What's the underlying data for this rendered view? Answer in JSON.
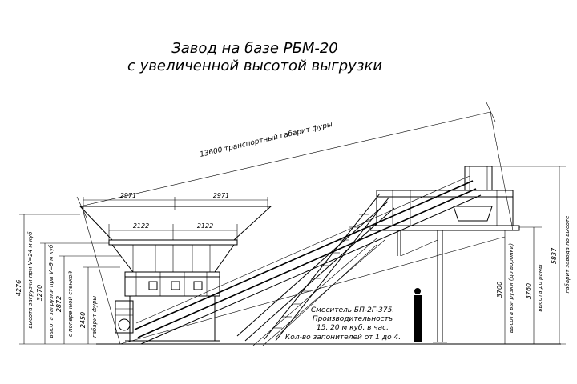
{
  "title": {
    "line1": "Завод на базе РБМ-20",
    "line2": "с увеличенной высотой выгрузки"
  },
  "dimensions": {
    "transport_length": "13600 транспортный габарит фуры",
    "top_left_width": "2971",
    "top_right_width": "2971",
    "mid_left_width": "2122",
    "mid_right_width": "2122",
    "h4276": "4276",
    "h4276_label": "высота загрузки при V=24 м куб",
    "h3270": "3270",
    "h3270_label": "высота загрузки при V=9 м куб",
    "h2872": "2872",
    "h2872_label": "с поперечной стенкой",
    "h2450": "2450",
    "h2450_label": "габарит фуры",
    "h3700": "3700",
    "h3700_label": "высота выгрузки (до воронки)",
    "h3760": "3760",
    "h3760_label": "высота до рамы",
    "h5837": "5837",
    "h5837_label": "габарит завода по высоте"
  },
  "note": {
    "line1": "Смеситель БП-2Г-375.",
    "line2": "Производительность",
    "line3": "15..20 м куб. в час.",
    "line4": "Кол-во запонителей от 1 до 4."
  }
}
